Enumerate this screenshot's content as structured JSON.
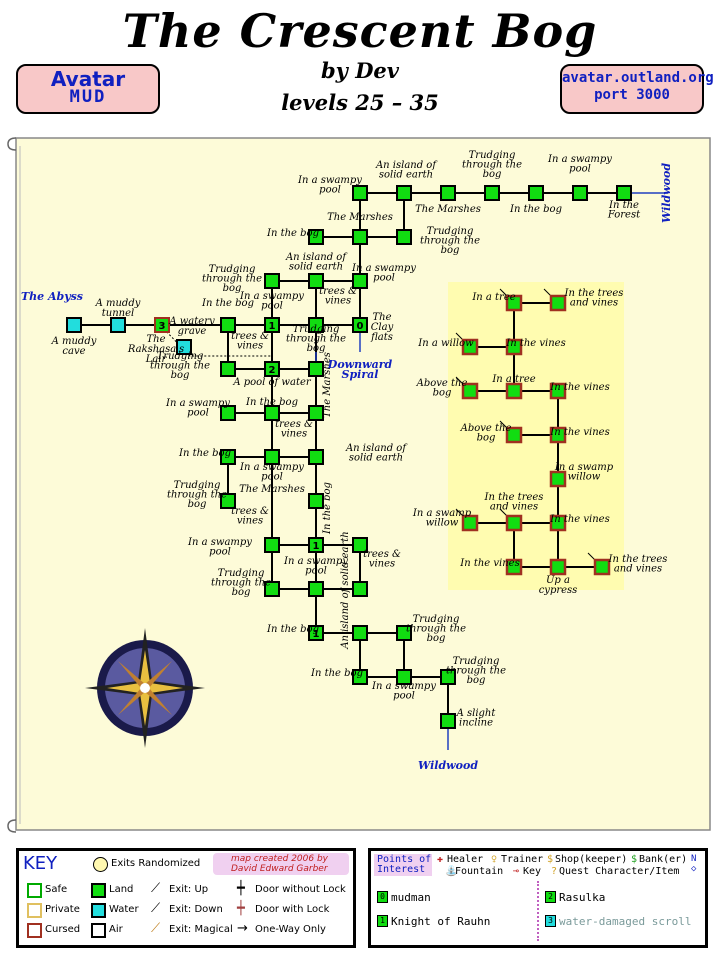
{
  "header": {
    "title": "The Crescent Bog",
    "author": "by Dev",
    "levels": "levels 25 – 35",
    "badge_left": {
      "line1": "Avatar",
      "line2": "MUD"
    },
    "badge_right": {
      "line1": "avatar.outland.org",
      "line2": "port 3000"
    }
  },
  "map": {
    "labels": {
      "abyss": "The Abyss",
      "downward_spiral": "Downward Spiral",
      "wildwood_ne": "Wildwood",
      "wildwood_s": "Wildwood",
      "muddy_tunnel": "A muddy tunnel",
      "muddy_cave": "A muddy cave",
      "rakshasa": "The Rakshasa's Lair",
      "watery_grave": "A watery grave",
      "pool_of_water": "A pool of water",
      "clay_flats": "The Clay flats",
      "up_a_cypress": "Up a cypress"
    },
    "text_labels": [
      "In a swampy pool",
      "An island of solid earth",
      "Trudging through the bog",
      "In a swampy pool",
      "The Marshes",
      "In the bog",
      "In the Forest",
      "The Marshes",
      "In the bog",
      "Trudging through the bog",
      "An island of solid earth",
      "In a swampy pool",
      "Trudging through the bog",
      "In the bog",
      "In a swampy pool",
      "trees & vines",
      "Trudging through the bog",
      "trees & vines",
      "Trudging through the bog",
      "In a swampy pool",
      "In the bog",
      "trees & vines",
      "The Marshes",
      "In the bog",
      "An island of solid earth",
      "In a swampy pool",
      "Trudging through the bog",
      "The Marshes",
      "trees & vines",
      "In a swampy pool",
      "In the bog",
      "In a swampy pool",
      "trees & vines",
      "Trudging through the bog",
      "An island of solid earth",
      "In the bog",
      "Trudging through the bog",
      "In the bog",
      "In a swampy pool",
      "Trudging through the bog",
      "A slight incline",
      "In a tree",
      "In the trees and vines",
      "In a willow",
      "In the vines",
      "Above the bog",
      "In a tree",
      "In the vines",
      "Above the bog",
      "In the vines",
      "In a swamp willow",
      "In the trees and vines",
      "In a swamp willow",
      "In the vines",
      "In the vines",
      "In the trees and vines"
    ],
    "room_numbers": [
      "0",
      "1",
      "2",
      "3",
      "1",
      "1"
    ]
  },
  "key": {
    "title": "KEY",
    "exits_randomized": "Exits Randomized",
    "credit_line1": "map created 2006 by",
    "credit_line2": "David Edward Garber",
    "safe": "Safe",
    "private": "Private",
    "cursed": "Cursed",
    "land": "Land",
    "water": "Water",
    "air": "Air",
    "exit_up": "Exit: Up",
    "exit_down": "Exit: Down",
    "exit_magical": "Exit: Magical",
    "door_no_lock": "Door without Lock",
    "door_lock": "Door with Lock",
    "one_way": "One-Way Only"
  },
  "poi": {
    "title1": "Points of",
    "title2": "Interest",
    "healer": "Healer",
    "trainer": "Trainer",
    "shop": "Shop(keeper)",
    "bank": "Bank(er)",
    "fountain": "Fountain",
    "keyitem": "Key",
    "quest": "Quest Character/Item",
    "items": [
      {
        "num": "0",
        "name": "mudman"
      },
      {
        "num": "1",
        "name": "Knight of Rauhn"
      },
      {
        "num": "2",
        "name": "Rasulka"
      },
      {
        "num": "3",
        "name": "water-damaged scroll"
      }
    ]
  },
  "colors": {
    "land": "#11dd11",
    "water": "#22dddd",
    "parchment": "#fdfbd8",
    "tree_area": "#fffcb0",
    "badge": "#f8c8c8",
    "blue_text": "#1020c0"
  }
}
